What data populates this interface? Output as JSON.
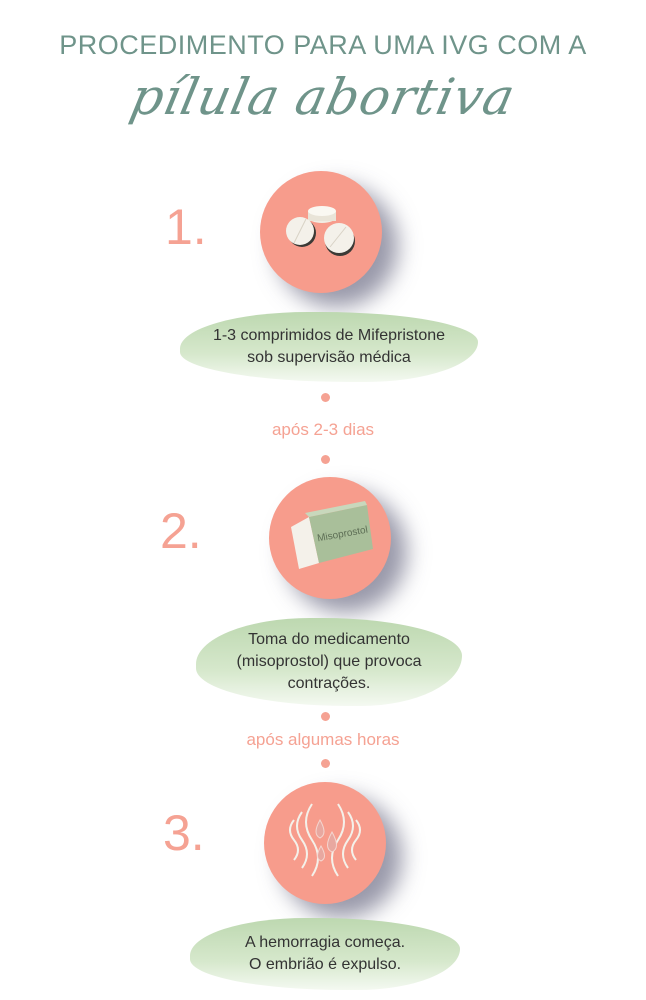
{
  "header": {
    "title": "PROCEDIMENTO PARA UMA IVG COM A",
    "subtitle": "pílula abortiva"
  },
  "steps": [
    {
      "number": "1.",
      "text_line1": "1-3 comprimidos de Mifepristone",
      "text_line2": "sob supervisão médica",
      "icon": "pills-icon"
    },
    {
      "number": "2.",
      "text_line1": "Toma do medicamento",
      "text_line2": "(misoprostol) que provoca",
      "text_line3": "contrações.",
      "icon": "medicine-box-icon",
      "box_label": "Misoprostol"
    },
    {
      "number": "3.",
      "text_line1": "A hemorragia começa.",
      "text_line2": "O embrião é expulso.",
      "icon": "bleeding-icon"
    }
  ],
  "intervals": [
    "após 2-3 dias",
    "após algumas horas"
  ],
  "colors": {
    "accent": "#f79c8c",
    "title": "#6f948a",
    "blob": "#bdd8b0"
  }
}
